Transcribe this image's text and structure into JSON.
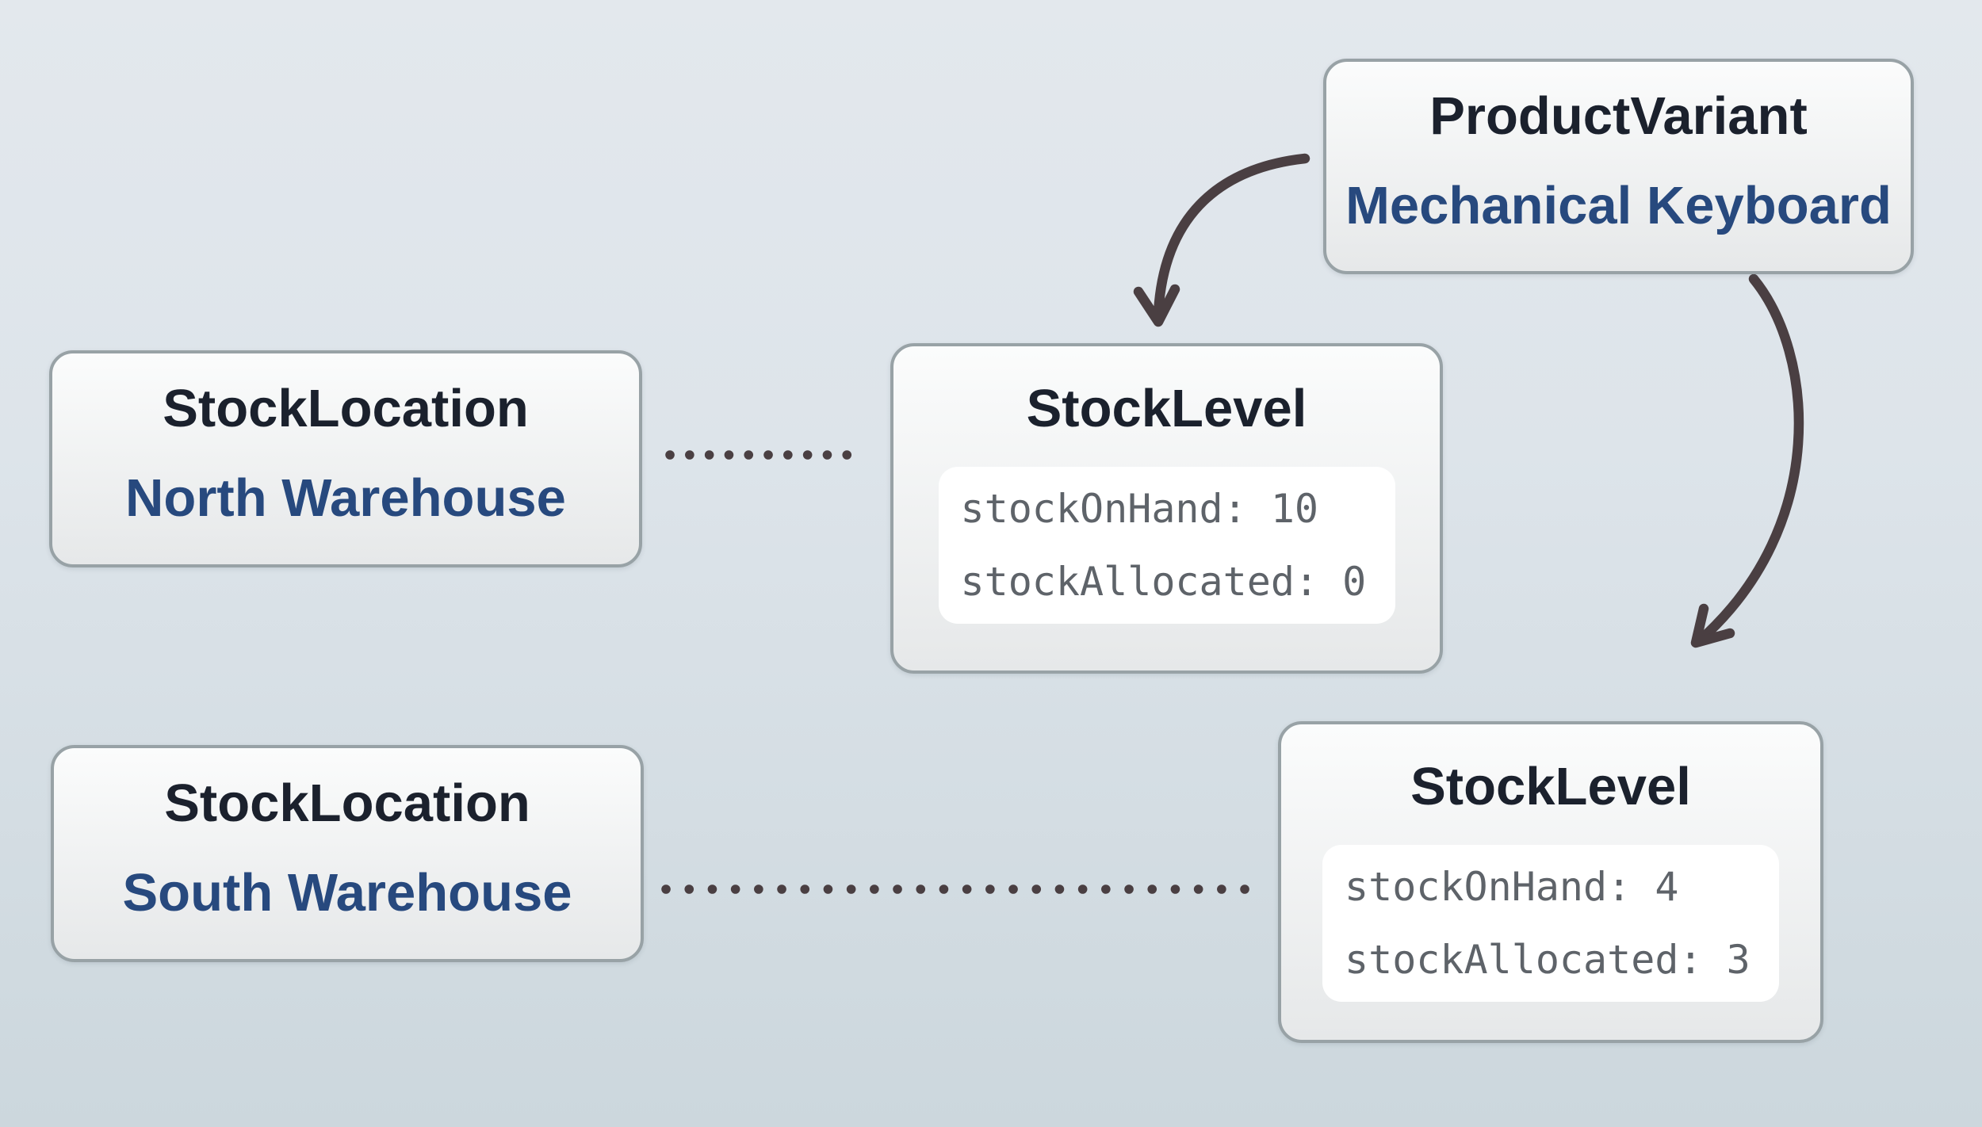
{
  "colors": {
    "background_top": "#e3e8ed",
    "background_bottom": "#ccd7dd",
    "box_border": "#98a2a6",
    "box_fill_top": "#fbfcfc",
    "box_fill_bottom": "#e6e8e9",
    "title_text": "#1b212d",
    "instance_text": "#27497e",
    "code_text": "#5e6369",
    "code_bg": "#ffffff",
    "connector": "#4a3f42"
  },
  "nodes": {
    "product_variant": {
      "type": "ProductVariant",
      "name": "Mechanical Keyboard"
    },
    "stock_location_north": {
      "type": "StockLocation",
      "name": "North Warehouse"
    },
    "stock_location_south": {
      "type": "StockLocation",
      "name": "South Warehouse"
    },
    "stock_level_north": {
      "type": "StockLevel",
      "fields": [
        "stockOnHand: 10",
        "stockAllocated: 0"
      ]
    },
    "stock_level_south": {
      "type": "StockLevel",
      "fields": [
        "stockOnHand: 4",
        "stockAllocated: 3"
      ]
    }
  },
  "edges": [
    {
      "from": "product_variant",
      "to": "stock_level_north",
      "style": "curved-arrow"
    },
    {
      "from": "product_variant",
      "to": "stock_level_south",
      "style": "curved-arrow"
    },
    {
      "from": "stock_location_north",
      "to": "stock_level_north",
      "style": "dotted-line"
    },
    {
      "from": "stock_location_south",
      "to": "stock_level_south",
      "style": "dotted-line"
    }
  ]
}
